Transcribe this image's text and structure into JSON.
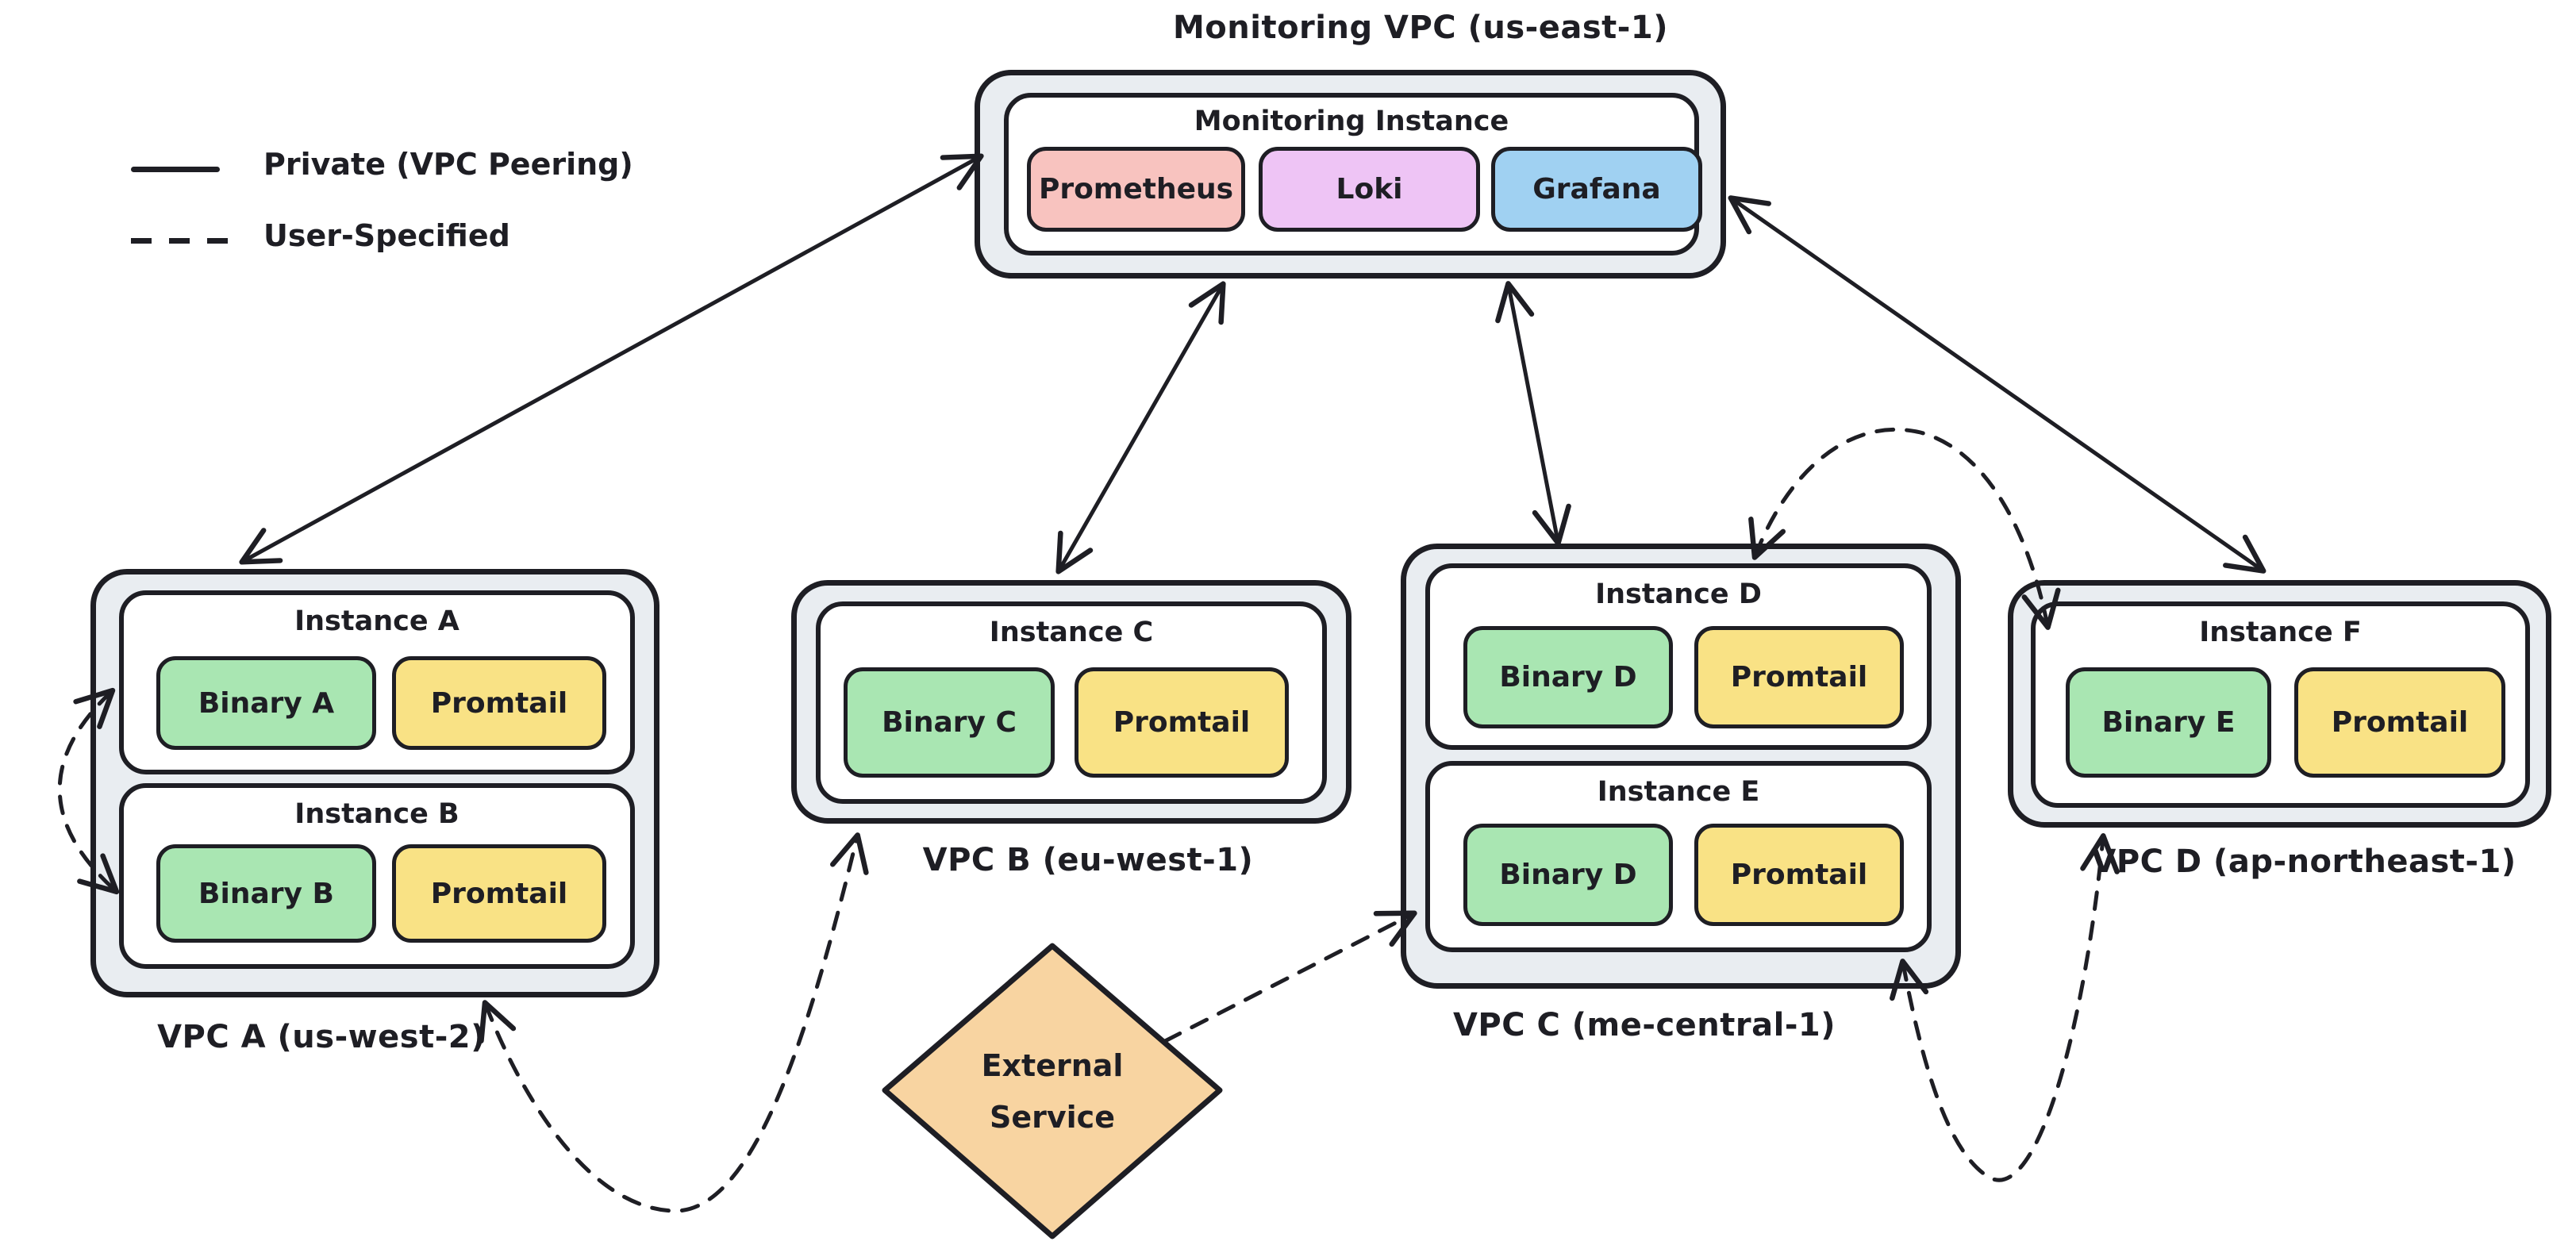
{
  "legend": {
    "items": [
      {
        "style": "solid",
        "label": "Private (VPC Peering)"
      },
      {
        "style": "dashed",
        "label": "User-Specified"
      }
    ]
  },
  "monitoring_vpc": {
    "title": "Monitoring VPC (us-east-1)",
    "instance": {
      "title": "Monitoring Instance",
      "components": [
        "Prometheus",
        "Loki",
        "Grafana"
      ]
    }
  },
  "vpcs": [
    {
      "label": "VPC A (us-west-2)",
      "instances": [
        {
          "title": "Instance A",
          "components": [
            "Binary A",
            "Promtail"
          ]
        },
        {
          "title": "Instance B",
          "components": [
            "Binary B",
            "Promtail"
          ]
        }
      ]
    },
    {
      "label": "VPC B (eu-west-1)",
      "instances": [
        {
          "title": "Instance C",
          "components": [
            "Binary C",
            "Promtail"
          ]
        }
      ]
    },
    {
      "label": "VPC C (me-central-1)",
      "instances": [
        {
          "title": "Instance D",
          "components": [
            "Binary D",
            "Promtail"
          ]
        },
        {
          "title": "Instance E",
          "components": [
            "Binary D",
            "Promtail"
          ]
        }
      ]
    },
    {
      "label": "VPC D (ap-northeast-1)",
      "instances": [
        {
          "title": "Instance F",
          "components": [
            "Binary E",
            "Promtail"
          ]
        }
      ]
    }
  ],
  "external_service": {
    "label": "External Service",
    "lines": [
      "External",
      "Service"
    ]
  },
  "connections": [
    {
      "from": "monitoring-instance",
      "to": "vpc-a",
      "type": "Private (VPC Peering)",
      "style": "solid",
      "bidirectional": true
    },
    {
      "from": "monitoring-instance",
      "to": "vpc-b",
      "type": "Private (VPC Peering)",
      "style": "solid",
      "bidirectional": true
    },
    {
      "from": "monitoring-instance",
      "to": "vpc-c",
      "type": "Private (VPC Peering)",
      "style": "solid",
      "bidirectional": true
    },
    {
      "from": "monitoring-instance",
      "to": "vpc-d",
      "type": "Private (VPC Peering)",
      "style": "solid",
      "bidirectional": true
    },
    {
      "from": "instance-a",
      "to": "instance-b",
      "type": "User-Specified",
      "style": "dashed",
      "bidirectional": true
    },
    {
      "from": "instance-b",
      "to": "instance-c",
      "type": "User-Specified",
      "style": "dashed",
      "bidirectional": true
    },
    {
      "from": "external-service",
      "to": "instance-e",
      "type": "User-Specified",
      "style": "dashed",
      "bidirectional": false
    },
    {
      "from": "instance-d",
      "to": "instance-f",
      "type": "User-Specified",
      "style": "dashed",
      "bidirectional": true
    },
    {
      "from": "instance-e",
      "to": "instance-f",
      "type": "User-Specified",
      "style": "dashed",
      "bidirectional": true
    }
  ],
  "colors": {
    "stroke": "#1e1e24",
    "vpc_fill": "#e9edf1",
    "instance_fill": "#ffffff",
    "prometheus": "#f8c3bf",
    "loki": "#eec4f5",
    "grafana": "#a0d1f2",
    "binary": "#a9e6b2",
    "promtail": "#f9e285",
    "external_service": "#f8d4a1"
  }
}
